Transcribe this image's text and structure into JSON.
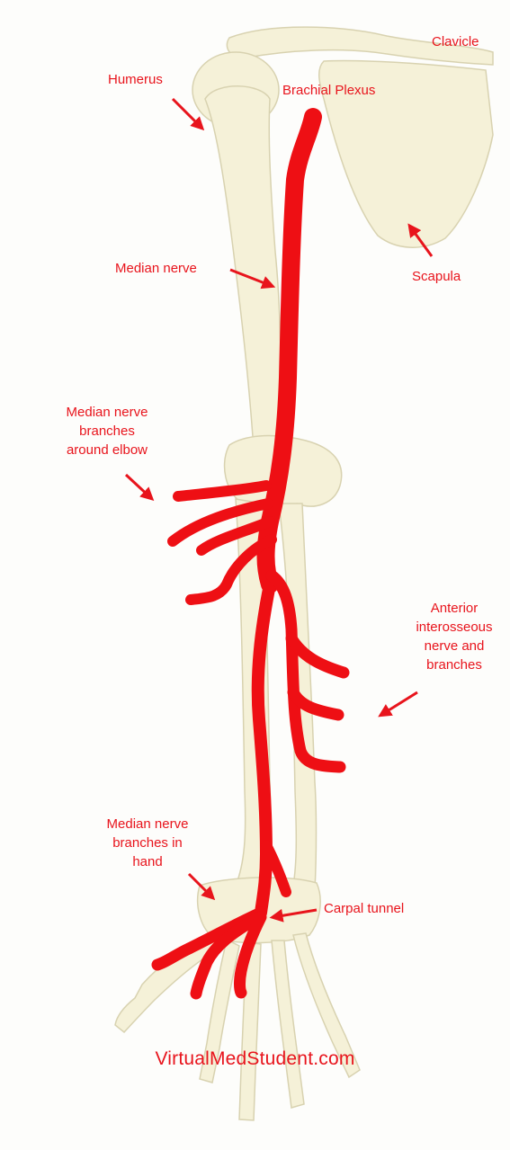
{
  "labels": {
    "clavicle": "Clavicle",
    "humerus": "Humerus",
    "brachial_plexus": "Brachial Plexus",
    "median_nerve": "Median nerve",
    "scapula": "Scapula",
    "branches_elbow": "Median nerve\nbranches\naround elbow",
    "anterior_interosseous": "Anterior\ninterosseous\nnerve and\nbranches",
    "branches_hand": "Median nerve\nbranches in\nhand",
    "carpal_tunnel": "Carpal tunnel"
  },
  "watermark": "VirtualMedStudent.com",
  "colors": {
    "nerve": "#ee0f14",
    "label": "#e8141c",
    "bone_fill": "#f5f1d8",
    "bone_edge": "#d8d2b0"
  }
}
